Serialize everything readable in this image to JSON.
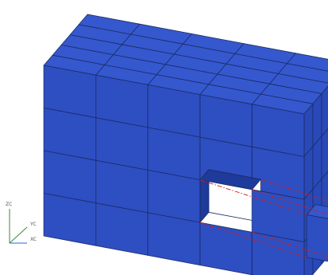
{
  "scene": {
    "description_free": true,
    "grid": {
      "columns": 5,
      "rows": 4,
      "depth": 5
    },
    "missing_cell": {
      "column": 4,
      "row": 3,
      "depth_layer": 1
    },
    "extracted_cube_shown": true,
    "colors": {
      "face_top": "#3558cf",
      "face_front": "#2e4fc2",
      "face_side": "#2a49b8",
      "edge": "#1b2c66",
      "highlight_line": "#cc1f1f",
      "hole_interior": "#1e3a9a"
    }
  },
  "triad": {
    "labels": {
      "z": "ZC",
      "y": "YC",
      "x": "XC"
    },
    "colors": {
      "z": "#3a8a3a",
      "y": "#3a8a3a",
      "x": "#2a6bcf"
    }
  }
}
